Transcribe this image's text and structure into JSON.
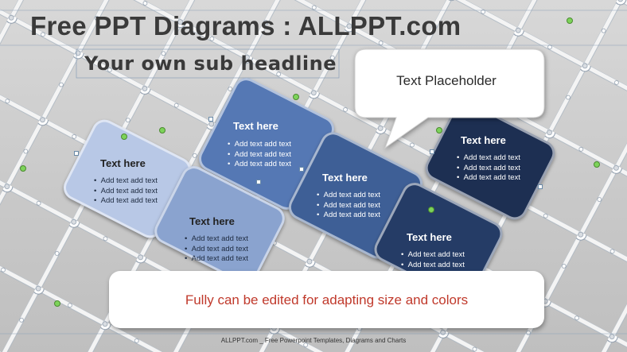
{
  "slide": {
    "title": "Free PPT Diagrams : ALLPPT.com",
    "subtitle": "Your own sub headline",
    "callout_text": "Text Placeholder",
    "banner_text": "Fully can be edited for adapting size and colors",
    "footer": "ALLPPT.com _ Free Powerpoint Templates, Diagrams and Charts"
  },
  "tiles": [
    {
      "heading": "Text here",
      "items": [
        "Add text  add text",
        "Add text  add text",
        "Add text  add text"
      ],
      "color": "#b8c8e6"
    },
    {
      "heading": "Text here",
      "items": [
        "Add text  add text",
        "Add text  add text",
        "Add text  add text"
      ],
      "color": "#5578b4"
    },
    {
      "heading": "Text here",
      "items": [
        "Add text  add text",
        "Add text  add text",
        "Add text  add text"
      ],
      "color": "#8aa3cf"
    },
    {
      "heading": "Text here",
      "items": [
        "Add text  add text",
        "Add text  add text",
        "Add text  add text"
      ],
      "color": "#3e5f96"
    },
    {
      "heading": "Text here",
      "items": [
        "Add text  add text",
        "Add text  add text"
      ],
      "color": "#253c66"
    },
    {
      "heading": "Text here",
      "items": [
        "Add text  add text",
        "Add text  add text",
        "Add text  add text"
      ],
      "color": "#1d2f52"
    }
  ],
  "colors": {
    "background": "#cccccc",
    "grid_line": "#ffffff",
    "banner_text": "#c0392b",
    "handle_green": "#7dd35a"
  }
}
